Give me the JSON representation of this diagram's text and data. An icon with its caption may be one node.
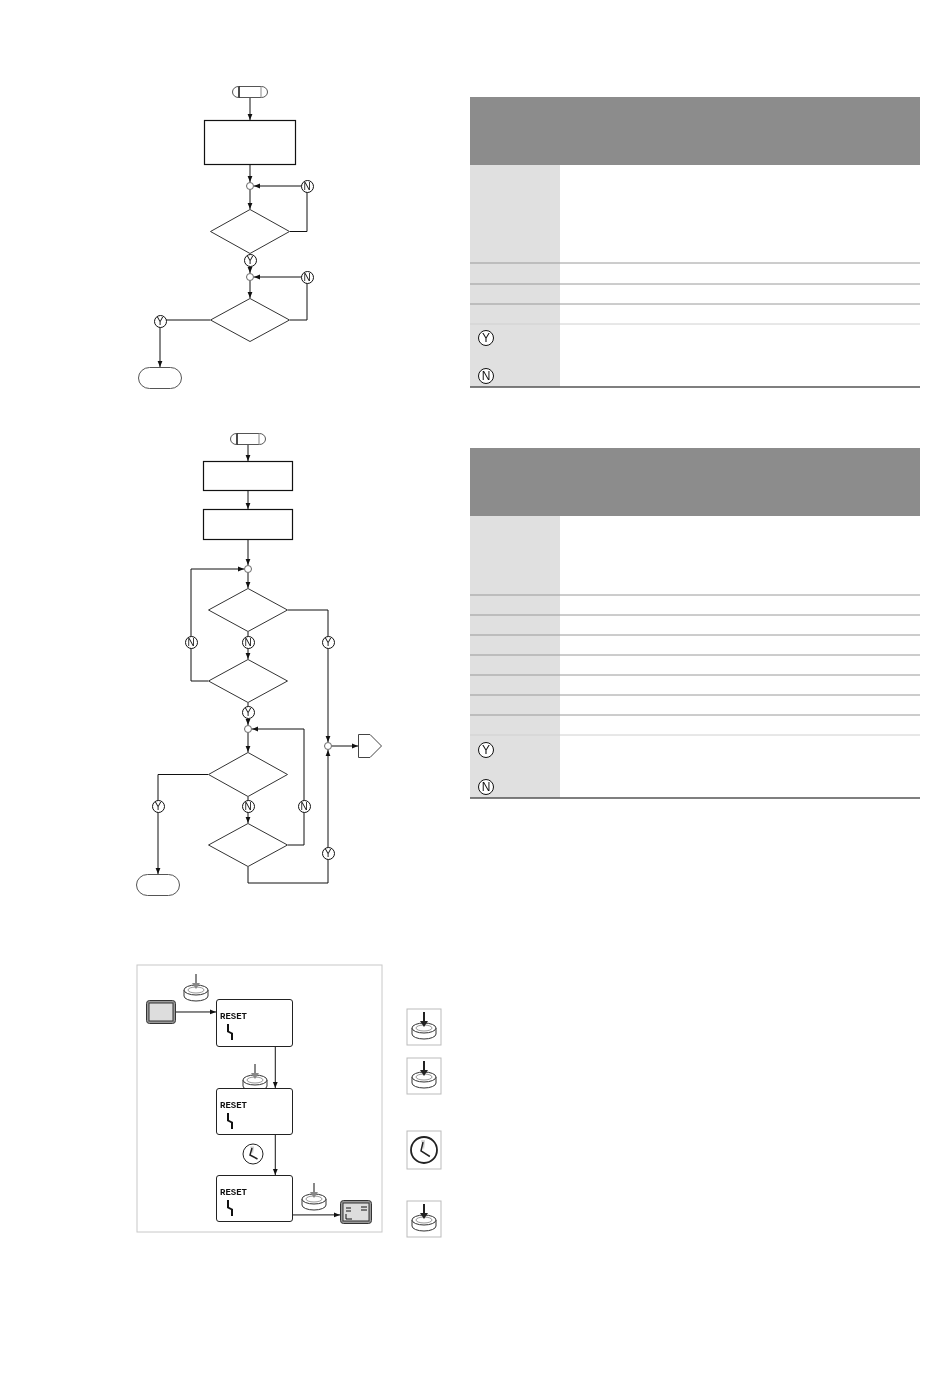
{
  "diagram": {
    "nodes": [
      {
        "text": [],
        "shape": "terminal"
      },
      {
        "text": [],
        "shape": "box"
      },
      {
        "text": [],
        "shape": "circle"
      },
      {
        "text": [],
        "shape": "diamond"
      },
      {
        "text": [],
        "shape": "circle"
      },
      {
        "text": [],
        "shape": "diamond"
      },
      {
        "text": [],
        "shape": "terminal"
      },
      {
        "text": [],
        "shape": "terminal"
      },
      {
        "text": [],
        "shape": "box"
      },
      {
        "text": [],
        "shape": "box"
      },
      {
        "text": [],
        "shape": "circle"
      },
      {
        "text": [],
        "shape": "diamond"
      },
      {
        "text": [],
        "shape": "diamond"
      },
      {
        "text": [],
        "shape": "circle"
      },
      {
        "text": [],
        "shape": "diamond"
      },
      {
        "text": [],
        "shape": "diamond"
      },
      {
        "text": [],
        "shape": "terminal"
      },
      {
        "text": [],
        "shape": "circle"
      },
      {
        "text": [],
        "shape": "pentagon"
      },
      {
        "text": [],
        "shape": "screen"
      },
      {
        "text": [
          "RESET"
        ]
      },
      {
        "text": [
          "RESET"
        ]
      },
      {
        "text": [
          "RESET"
        ]
      },
      {
        "text": [],
        "shape": "screen"
      }
    ],
    "edges": [
      {
        "from": 0,
        "to": 1,
        "arrow": "to"
      },
      {
        "from": 1,
        "to": 2,
        "arrow": "to"
      },
      {
        "from": 2,
        "to": 3,
        "arrow": "to"
      },
      {
        "from": 3,
        "to": 2,
        "arrow": "to",
        "label": "N"
      },
      {
        "from": 3,
        "to": 4,
        "arrow": "to",
        "label": "Y"
      },
      {
        "from": 4,
        "to": 5,
        "arrow": "to"
      },
      {
        "from": 5,
        "to": 4,
        "arrow": "to",
        "label": "N"
      },
      {
        "from": 5,
        "to": 6,
        "arrow": "to",
        "label": "Y"
      },
      {
        "from": 7,
        "to": 8,
        "arrow": "to"
      },
      {
        "from": 8,
        "to": 9,
        "arrow": "to"
      },
      {
        "from": 9,
        "to": 10,
        "arrow": "to"
      },
      {
        "from": 10,
        "to": 11,
        "arrow": "to"
      },
      {
        "from": 11,
        "to": 12,
        "arrow": "to",
        "label": "N"
      },
      {
        "from": 12,
        "to": 10,
        "arrow": "to",
        "label": "N"
      },
      {
        "from": 11,
        "to": 17,
        "arrow": "to",
        "label": "Y"
      },
      {
        "from": 12,
        "to": 13,
        "arrow": "to",
        "label": "Y"
      },
      {
        "from": 13,
        "to": 14,
        "arrow": "to"
      },
      {
        "from": 14,
        "to": 16,
        "arrow": "to",
        "label": "Y"
      },
      {
        "from": 14,
        "to": 15,
        "arrow": "to",
        "label": "N"
      },
      {
        "from": 15,
        "to": 13,
        "arrow": "to",
        "label": "N"
      },
      {
        "from": 15,
        "to": 17,
        "arrow": "to",
        "label": "Y"
      },
      {
        "from": 17,
        "to": 18,
        "arrow": "to"
      },
      {
        "from": 19,
        "to": 20,
        "arrow": "to"
      },
      {
        "from": 20,
        "to": 21,
        "arrow": "to"
      },
      {
        "from": 21,
        "to": 22,
        "arrow": "to"
      },
      {
        "from": 22,
        "to": 23,
        "arrow": "to"
      }
    ],
    "labels": [
      "Y",
      "N",
      "Y",
      "N"
    ]
  }
}
